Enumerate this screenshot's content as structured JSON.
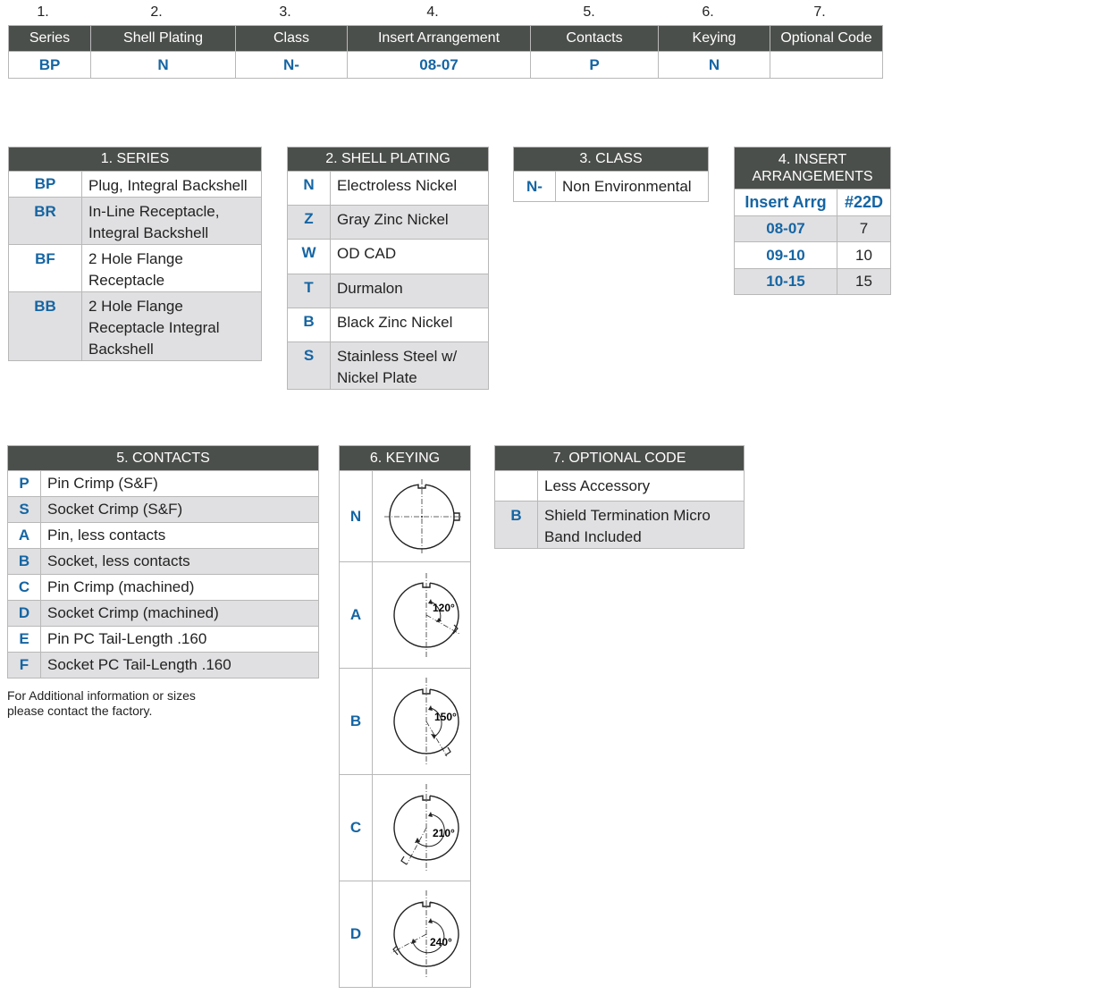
{
  "part_number": {
    "numbers": [
      "1.",
      "2.",
      "3.",
      "4.",
      "5.",
      "6.",
      "7."
    ],
    "headers": [
      "Series",
      "Shell Plating",
      "Class",
      "Insert Arrangement",
      "Contacts",
      "Keying",
      "Optional Code"
    ],
    "values": [
      "BP",
      "N",
      "N-",
      "08-07",
      "P",
      "N",
      ""
    ]
  },
  "series": {
    "title": "1. SERIES",
    "rows": [
      {
        "code": "BP",
        "desc": "Plug, Integral Backshell"
      },
      {
        "code": "BR",
        "desc": "In-Line Receptacle, Integral Backshell"
      },
      {
        "code": "BF",
        "desc": "2 Hole Flange Receptacle"
      },
      {
        "code": "BB",
        "desc": "2 Hole Flange Receptacle Integral Backshell"
      }
    ]
  },
  "shell_plating": {
    "title": "2. SHELL PLATING",
    "rows": [
      {
        "code": "N",
        "desc": "Electroless Nickel"
      },
      {
        "code": "Z",
        "desc": "Gray Zinc Nickel"
      },
      {
        "code": "W",
        "desc": "OD CAD"
      },
      {
        "code": "T",
        "desc": "Durmalon"
      },
      {
        "code": "B",
        "desc": "Black Zinc Nickel"
      },
      {
        "code": "S",
        "desc": "Stainless Steel w/ Nickel Plate"
      }
    ]
  },
  "class": {
    "title": "3. CLASS",
    "rows": [
      {
        "code": "N-",
        "desc": "Non Environmental"
      }
    ]
  },
  "insert_arrangements": {
    "title": "4. INSERT ARRANGEMENTS",
    "col1": "Insert Arrg",
    "col2": "#22D",
    "rows": [
      {
        "arr": "08-07",
        "count": "7"
      },
      {
        "arr": "09-10",
        "count": "10"
      },
      {
        "arr": "10-15",
        "count": "15"
      }
    ]
  },
  "contacts": {
    "title": "5. CONTACTS",
    "rows": [
      {
        "code": "P",
        "desc": "Pin Crimp (S&F)"
      },
      {
        "code": "S",
        "desc": "Socket Crimp (S&F)"
      },
      {
        "code": "A",
        "desc": "Pin, less contacts"
      },
      {
        "code": "B",
        "desc": "Socket, less contacts"
      },
      {
        "code": "C",
        "desc": "Pin Crimp (machined)"
      },
      {
        "code": "D",
        "desc": "Socket Crimp (machined)"
      },
      {
        "code": "E",
        "desc": "Pin PC Tail-Length .160"
      },
      {
        "code": "F",
        "desc": "Socket PC Tail-Length .160"
      }
    ],
    "note_line1": "For Additional information or sizes",
    "note_line2": "please contact the factory."
  },
  "keying": {
    "title": "6. KEYING",
    "rows": [
      {
        "code": "N",
        "angle": ""
      },
      {
        "code": "A",
        "angle": "120°"
      },
      {
        "code": "B",
        "angle": "150°"
      },
      {
        "code": "C",
        "angle": "210°"
      },
      {
        "code": "D",
        "angle": "240°"
      }
    ]
  },
  "optional_code": {
    "title": "7. OPTIONAL CODE",
    "rows": [
      {
        "code": "",
        "desc": "Less Accessory"
      },
      {
        "code": "B",
        "desc": "Shield Termination Micro Band Included"
      }
    ]
  }
}
